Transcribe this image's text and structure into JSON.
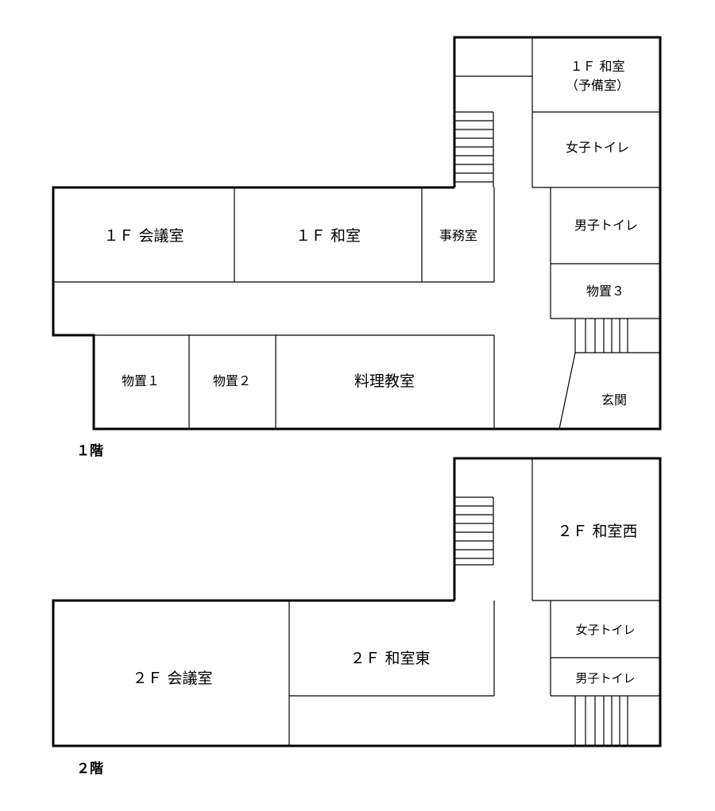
{
  "floor1": {
    "caption": "１階",
    "rooms": {
      "washitsu_yobi_1": "１Ｆ 和室",
      "washitsu_yobi_2": "（予備室）",
      "womens_toilet": "女子トイレ",
      "mens_toilet": "男子トイレ",
      "storage3": "物置３",
      "conference": "１Ｆ 会議室",
      "washitsu": "１Ｆ 和室",
      "office": "事務室",
      "storage1": "物置１",
      "storage2": "物置２",
      "cooking": "料理教室",
      "entrance": "玄関"
    }
  },
  "floor2": {
    "caption": "２階",
    "rooms": {
      "washitsu_west": "２Ｆ 和室西",
      "womens_toilet": "女子トイレ",
      "mens_toilet": "男子トイレ",
      "washitsu_east": "２Ｆ 和室東",
      "conference": "２Ｆ 会議室"
    }
  }
}
